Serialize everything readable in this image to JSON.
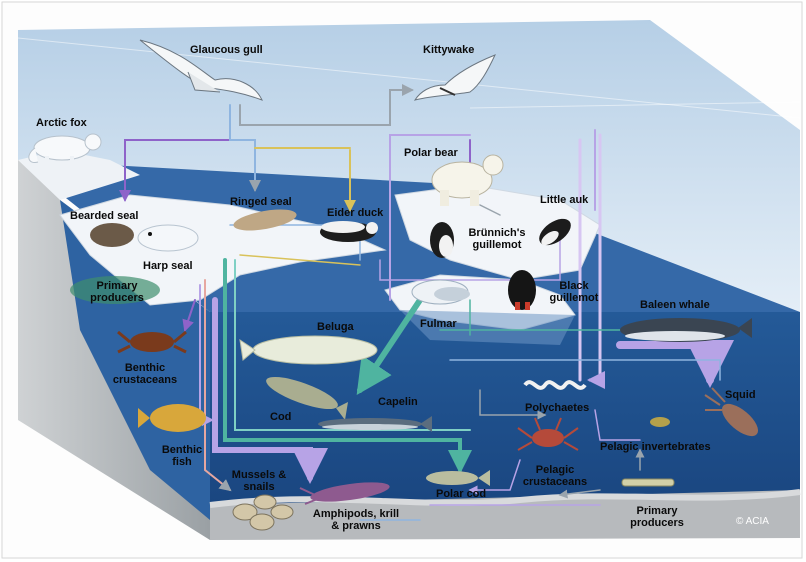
{
  "title": "",
  "labels": {
    "glaucous_gull": "Glaucous gull",
    "kittywake": "Kittywake",
    "arctic_fox": "Arctic fox",
    "polar_bear": "Polar bear",
    "bearded_seal": "Bearded seal",
    "ringed_seal": "Ringed seal",
    "eider_duck": "Eider duck",
    "little_auk": "Little auk",
    "brunnichs_guillemot": "Brünnich's guillemot",
    "harp_seal": "Harp seal",
    "black_guillemot": "Black guillemot",
    "primary_producers_ice": "Primary producers",
    "fulmar": "Fulmar",
    "baleen_whale": "Baleen whale",
    "beluga": "Beluga",
    "benthic_crustaceans": "Benthic crustaceans",
    "cod": "Cod",
    "capelin": "Capelin",
    "polychaetes": "Polychaetes",
    "squid": "Squid",
    "benthic_fish": "Benthic fish",
    "pelagic_invertebrates": "Pelagic invertebrates",
    "pelagic_crustaceans": "Pelagic crustaceans",
    "mussels_snails": "Mussels & snails",
    "amphipods": "Amphipods, krill & prawns",
    "polar_cod": "Polar cod",
    "primary_producers_sea": "Primary producers",
    "credit": "© ACIA"
  },
  "colors": {
    "sky": "#a9c6e0",
    "ocean": "#2b5d9a",
    "ice": "#eef3f8",
    "seabed": "#b9bcbe",
    "arrow_purple": "#8e63c9",
    "arrow_green": "#4fb4a0",
    "arrow_lavender": "#b7a3e6",
    "arrow_yellow": "#d9c25a"
  }
}
